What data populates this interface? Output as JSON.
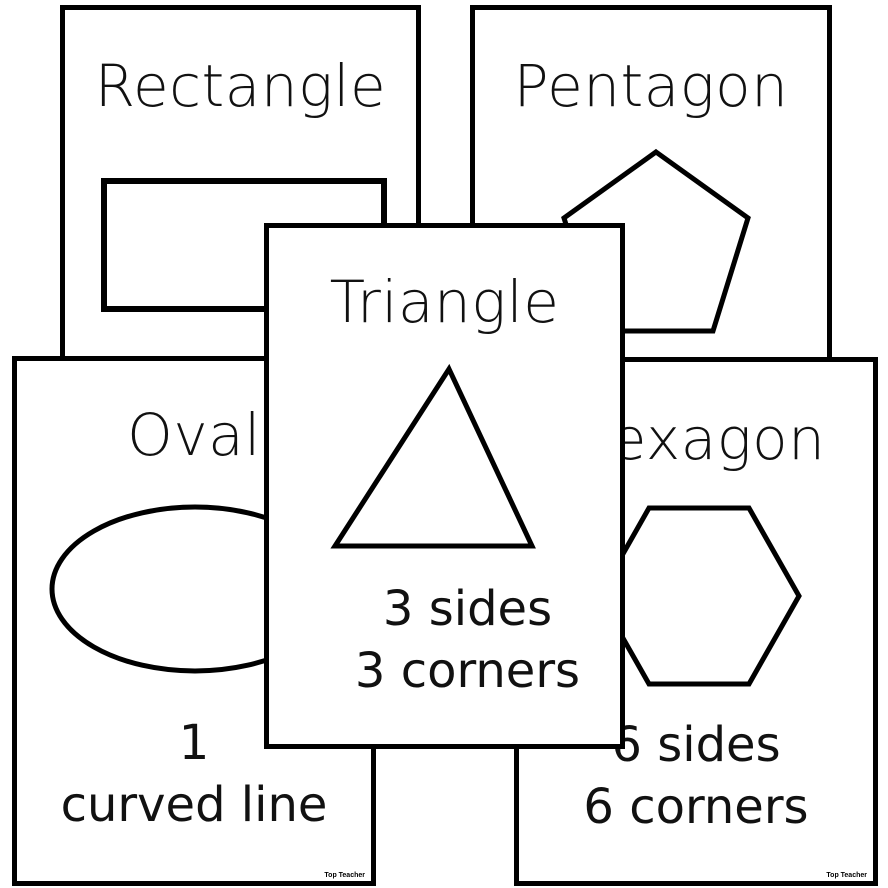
{
  "cards": {
    "rectangle": {
      "title": "Rectangle",
      "shape_icon": "rectangle-icon"
    },
    "pentagon": {
      "title": "Pentagon",
      "shape_icon": "pentagon-icon"
    },
    "oval": {
      "title": "Oval",
      "info_line1": "1",
      "info_line2": "curved line",
      "credit": "Top Teacher",
      "shape_icon": "oval-icon"
    },
    "triangle": {
      "title": "Triangle",
      "info_line1": "3 sides",
      "info_line2": "3 corners",
      "shape_icon": "triangle-icon"
    },
    "hexagon": {
      "title": "Hexagon",
      "info_line1": "6 sides",
      "info_line2": "6 corners",
      "credit": "Top Teacher",
      "shape_icon": "hexagon-icon"
    }
  },
  "colors": {
    "stroke": "#000000",
    "background": "#ffffff"
  }
}
